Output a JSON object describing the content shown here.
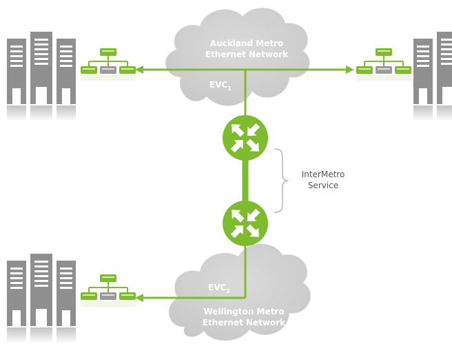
{
  "clouds": {
    "top": {
      "line1": "Auckland Metro",
      "line2": "Ethernet Network",
      "evc": "EVC",
      "evc_sub": "1"
    },
    "bottom": {
      "line1": "Wellington Metro",
      "line2": "Ethernet Network",
      "evc": "EVC",
      "evc_sub": "2"
    }
  },
  "service": {
    "line1": "InterMetro",
    "line2": "Service"
  },
  "colors": {
    "accent_green": "#7dbb2f",
    "building_gray": "#8f8f8f",
    "cloud_gray": "#d2d2d2",
    "switch_gray": "#9a9a9a"
  }
}
